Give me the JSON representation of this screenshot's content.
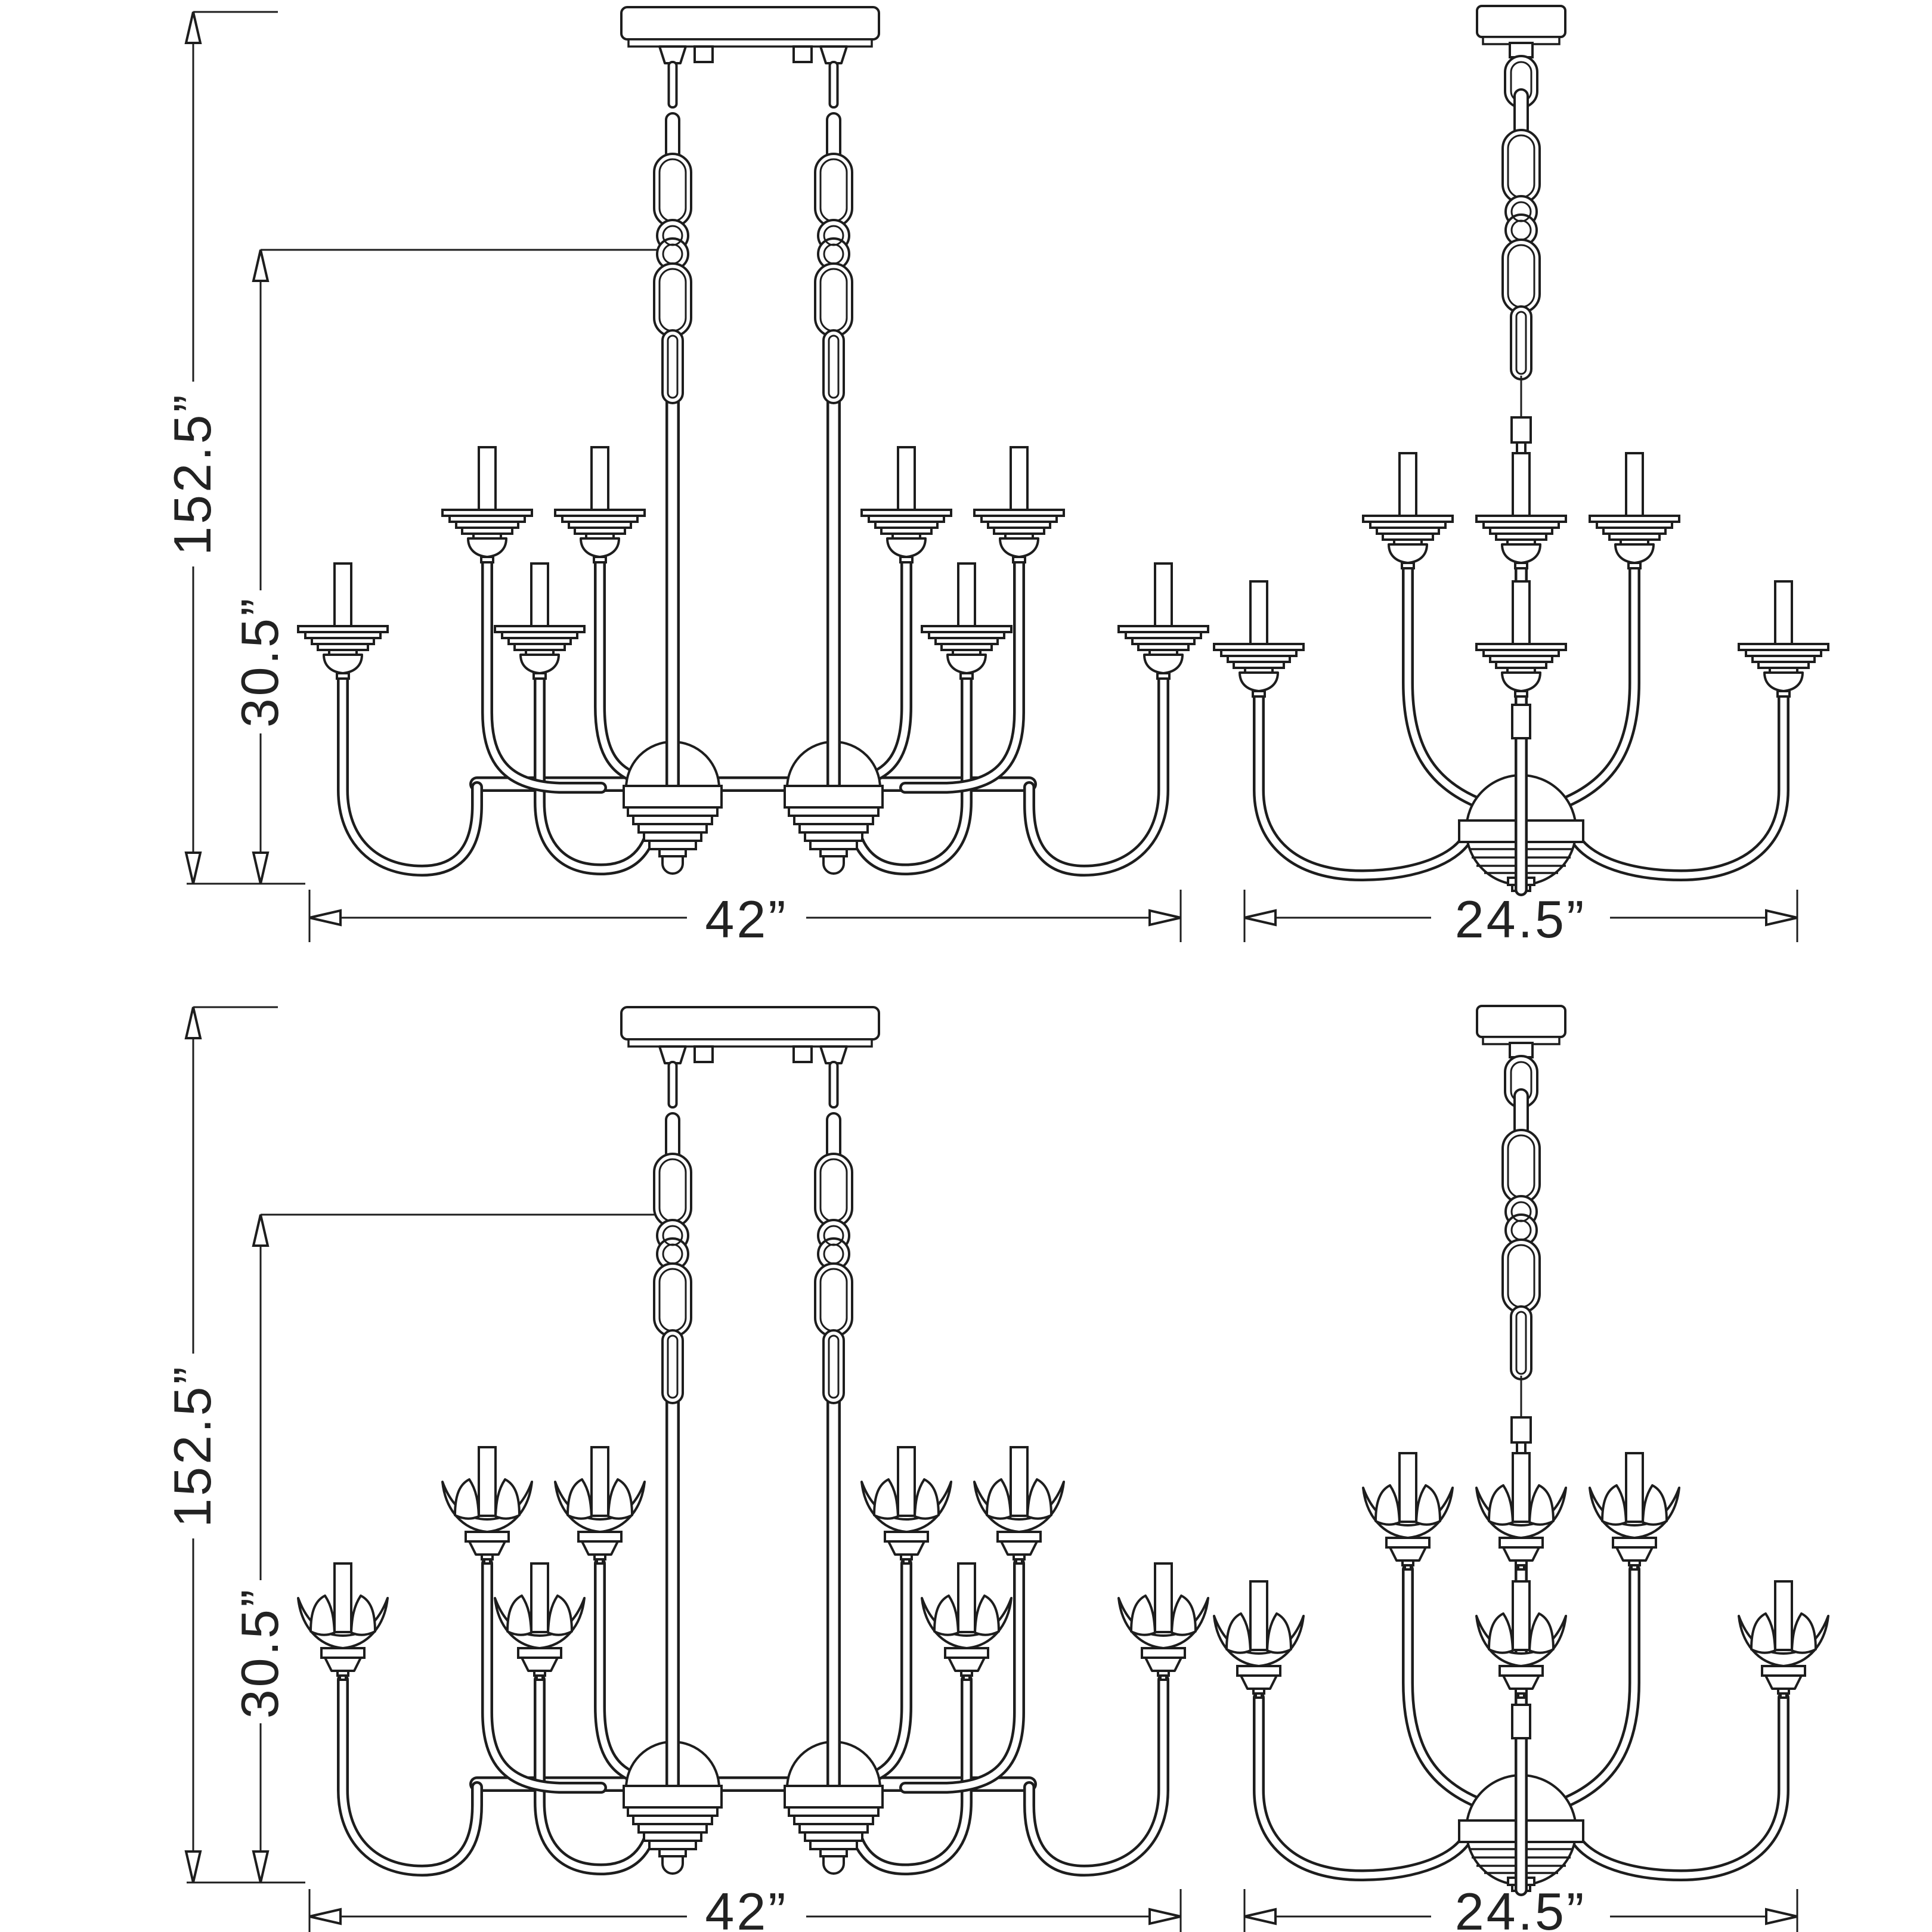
{
  "document": {
    "type": "technical-line-drawing",
    "subject": "chandelier dimension drawings",
    "views_count": 4,
    "background_color": "#ffffff",
    "line_color": "#1d1d1d",
    "text_color": "#222222"
  },
  "views": [
    {
      "name": "linear-chandelier-stepped-bobeche",
      "position": "top-left",
      "lights": 8,
      "bobeche_style": "stepped-disc",
      "dims": {
        "overall_height": "152.5”",
        "body_height": "30.5”",
        "width": "42”"
      }
    },
    {
      "name": "two-tier-chandelier-stepped-bobeche",
      "position": "top-right",
      "lights": 6,
      "bobeche_style": "stepped-disc",
      "dims": {
        "width": "24.5”"
      }
    },
    {
      "name": "linear-chandelier-petal-bobeche",
      "position": "bottom-left",
      "lights": 8,
      "bobeche_style": "petal",
      "dims": {
        "overall_height": "152.5”",
        "body_height": "30.5”",
        "width": "42”"
      }
    },
    {
      "name": "two-tier-chandelier-petal-bobeche",
      "position": "bottom-right",
      "lights": 6,
      "bobeche_style": "petal",
      "dims": {
        "width": "24.5”"
      }
    }
  ]
}
